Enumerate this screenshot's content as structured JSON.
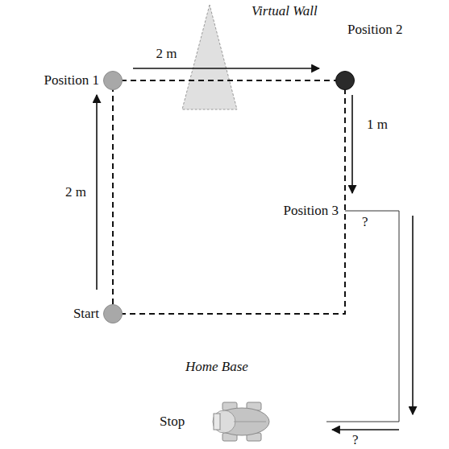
{
  "diagram": {
    "nodes": [
      {
        "text": [
          "Start"
        ]
      },
      {
        "text": [
          "Position 1"
        ]
      },
      {
        "text": [
          "Position 2"
        ]
      }
    ],
    "edges": [
      {
        "from": 0,
        "to": 1,
        "arrow": "to",
        "label": "2 m"
      },
      {
        "from": 1,
        "to": 2,
        "arrow": "to",
        "label": "2 m"
      }
    ],
    "labels": [
      "Virtual Wall",
      "1 m",
      "Position 3",
      "?",
      "Home Base",
      "Stop",
      "?"
    ]
  }
}
